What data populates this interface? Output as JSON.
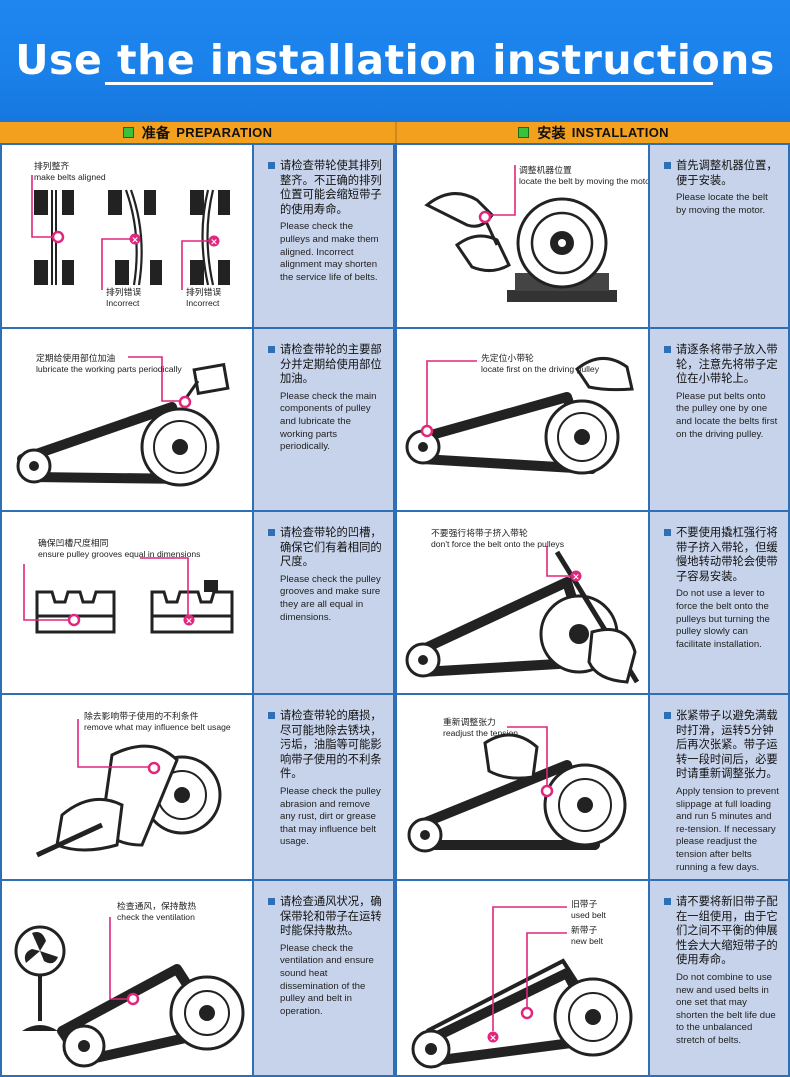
{
  "banner": {
    "title": "Use the installation instructions"
  },
  "headers": {
    "left": {
      "cn": "准备",
      "en": "PREPARATION"
    },
    "right": {
      "cn": "安装",
      "en": "INSTALLATION"
    }
  },
  "colors": {
    "banner": "#1a80ea",
    "header": "#f3a01f",
    "panel": "#c7d3ea",
    "frame": "#2e6fb6",
    "callout": "#e0267d"
  },
  "rows": [
    {
      "left": {
        "labels": [
          {
            "cn": "排列整齐",
            "en": "make belts aligned"
          },
          {
            "cn": "排列错误",
            "en": "Incorrect"
          },
          {
            "cn": "排列错误",
            "en": "Incorrect"
          }
        ],
        "cn": "请检查带轮使其排列整齐。不正确的排列位置可能会缩短带子的使用寿命。",
        "en": "Please check the pulleys and make them aligned. Incorrect alignment may shorten the service life of belts."
      },
      "right": {
        "labels": [
          {
            "cn": "调整机器位置",
            "en": "locate the belt by moving the motor"
          }
        ],
        "cn": "首先调整机器位置，便于安装。",
        "en": "Please locate the belt by moving the motor."
      }
    },
    {
      "left": {
        "labels": [
          {
            "cn": "定期给使用部位加油",
            "en": "lubricate the working parts periodically"
          }
        ],
        "cn": "请检查带轮的主要部分并定期给使用部位加油。",
        "en": "Please check the main components of pulley and lubricate the working parts periodically."
      },
      "right": {
        "labels": [
          {
            "cn": "先定位小带轮",
            "en": "locate first on the driving pulley"
          }
        ],
        "cn": "请逐条将带子放入带轮，注意先将带子定位在小带轮上。",
        "en": "Please put belts onto the pulley one by one and locate the belts first on the driving pulley."
      }
    },
    {
      "left": {
        "labels": [
          {
            "cn": "确保凹槽尺度相同",
            "en": "ensure pulley grooves equal in dimensions"
          }
        ],
        "cn": "请检查带轮的凹槽，确保它们有着相同的尺度。",
        "en": "Please check the pulley grooves and make sure they are all equal in dimensions."
      },
      "right": {
        "labels": [
          {
            "cn": "不要强行将带子挤入带轮",
            "en": "don't force the belt onto the pulleys"
          }
        ],
        "cn": "不要使用撬杠强行将带子挤入带轮，但缓慢地转动带轮会使带子容易安装。",
        "en": "Do not use a lever to force the belt onto the pulleys but turning the pulley slowly can facilitate installation."
      }
    },
    {
      "left": {
        "labels": [
          {
            "cn": "除去影响带子使用的不利条件",
            "en": "remove what may influence belt usage"
          }
        ],
        "cn": "请检查带轮的磨损，尽可能地除去锈块，污垢，油脂等可能影响带子使用的不利条件。",
        "en": "Please check the pulley abrasion and remove any rust, dirt or grease that may influence belt usage."
      },
      "right": {
        "labels": [
          {
            "cn": "重新调整张力",
            "en": "readjust the tension"
          }
        ],
        "cn": "张紧带子以避免满载时打滑，运转5分钟后再次张紧。带子运转一段时间后，必要时请重新调整张力。",
        "en": "Apply tension to prevent slippage at full loading and run 5 minutes and re-tension. If necessary please readjust the tension after belts running a few days."
      }
    },
    {
      "left": {
        "labels": [
          {
            "cn": "检查通风，保持散热",
            "en": "check the ventilation"
          }
        ],
        "cn": "请检查通风状况，确保带轮和带子在运转时能保持散热。",
        "en": "Please check the ventilation and ensure sound heat dissemination of the pulley and belt in operation."
      },
      "right": {
        "labels": [
          {
            "cn": "旧带子",
            "en": "used belt"
          },
          {
            "cn": "新带子",
            "en": "new belt"
          }
        ],
        "cn": "请不要将新旧带子配在一组使用，由于它们之间不平衡的伸展性会大大缩短带子的使用寿命。",
        "en": "Do not combine to use new and used belts in one set that may shorten the belt life due to the unbalanced stretch of belts."
      }
    }
  ]
}
